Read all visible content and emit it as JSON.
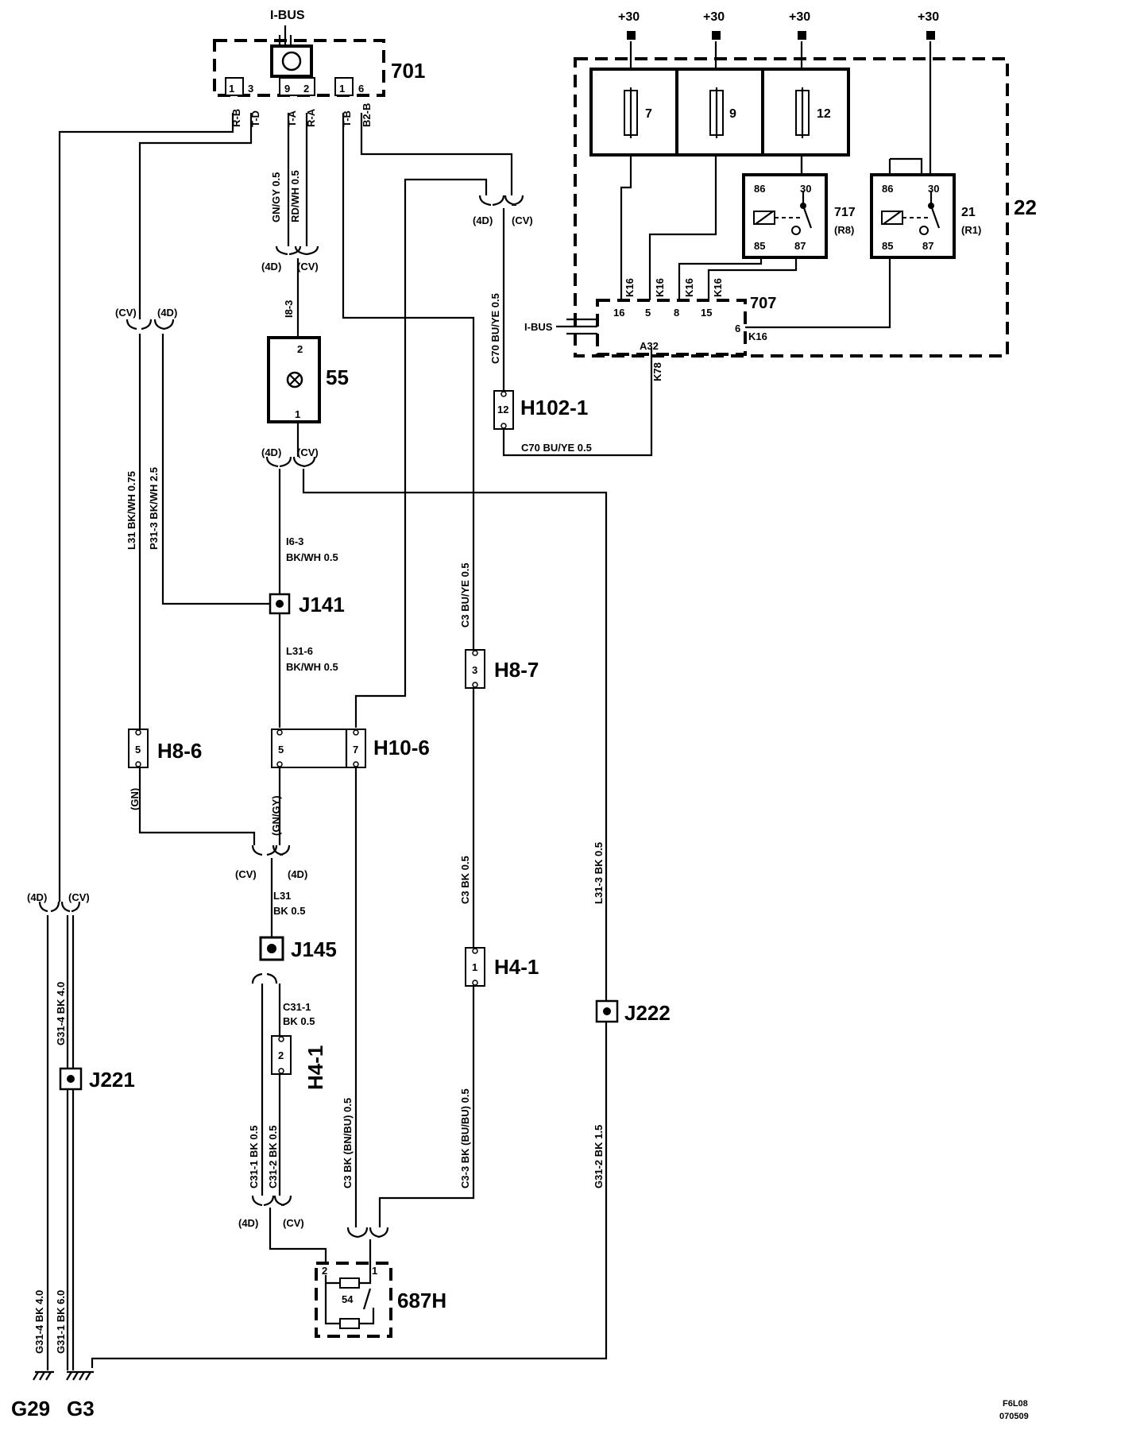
{
  "ibus_top": "I-BUS",
  "ibus_side": "I-BUS",
  "plus30": [
    "+30",
    "+30",
    "+30",
    "+30"
  ],
  "components": {
    "c701": "701",
    "c707": "707",
    "c22": "22",
    "c55": "55",
    "c717": "717",
    "c717_sub": "(R8)",
    "c21": "21",
    "c21_sub": "(R1)",
    "c687H": "687H",
    "c54": "54"
  },
  "fuses": [
    "7",
    "9",
    "12"
  ],
  "relay_pins": {
    "p86": "86",
    "p30": "30",
    "p85": "85",
    "p87": "87"
  },
  "connectors": {
    "H102_1": "H102-1",
    "H8_7": "H8-7",
    "H8_6": "H8-6",
    "H10_6": "H10-6",
    "H4_1a": "H4-1",
    "H4_1b": "H4-1",
    "J141": "J141",
    "J145": "J145",
    "J221": "J221",
    "J222": "J222"
  },
  "grounds": {
    "G29": "G29",
    "G3": "G3"
  },
  "pins701": [
    "1",
    "3",
    "9",
    "2",
    "1",
    "6"
  ],
  "wires701": [
    "R-B",
    "T-D",
    "T-A",
    "R-A",
    "T-B",
    "B2-B"
  ],
  "pins707": [
    "16",
    "5",
    "8",
    "15",
    "6"
  ],
  "k16": "K16",
  "a32": "A32",
  "k78": "K78",
  "pin_nums": {
    "p12": "12",
    "p2": "2",
    "p1": "1",
    "p3": "3",
    "p5": "5",
    "p7": "7"
  },
  "variant": {
    "d4": "(4D)",
    "cv": "(CV)",
    "gn": "(GN)",
    "gngy": "(GN/GY)"
  },
  "wire_labels": {
    "w_gngy": "GN/GY  0.5",
    "w_rdwh": "RD/WH  0.5",
    "w_i83": "I8-3",
    "w_i63": "I6-3",
    "w_bkwh05a": "BK/WH 0.5",
    "w_l316": "L31-6",
    "w_bkwh05b": "BK/WH 0.5",
    "w_l31": "L31   BK/WH   0.75",
    "w_p313": "P31-3   BK/WH   2.5",
    "w_c70v": "C70   BU/YE   0.5",
    "w_c70h": "C70   BU/YE    0.5",
    "w_c3a": "C3   BU/YE   0.5",
    "w_c3b": "C3   BK   0.5",
    "w_c33": "C3-3   BK   (BU/BU)   0.5",
    "w_c3bnbu": "C3   BK   (BN/BU)   0.5",
    "w_l31b": "L31",
    "w_bk05a": "BK 0.5",
    "w_c311": "C31-1",
    "w_bk05b": "BK 0.5",
    "w_c311v": "C31-1   BK   0.5",
    "w_c312v": "C31-2   BK   0.5",
    "w_l313": "L31-3   BK   0.5",
    "w_g312": "G31-2   BK   1.5",
    "w_g314a": "G31-4   BK   4.0",
    "w_g314b": "G31-4   BK   4.0",
    "w_g311": "G31-1   BK   6.0"
  },
  "code1": "F6L08",
  "code2": "070509"
}
